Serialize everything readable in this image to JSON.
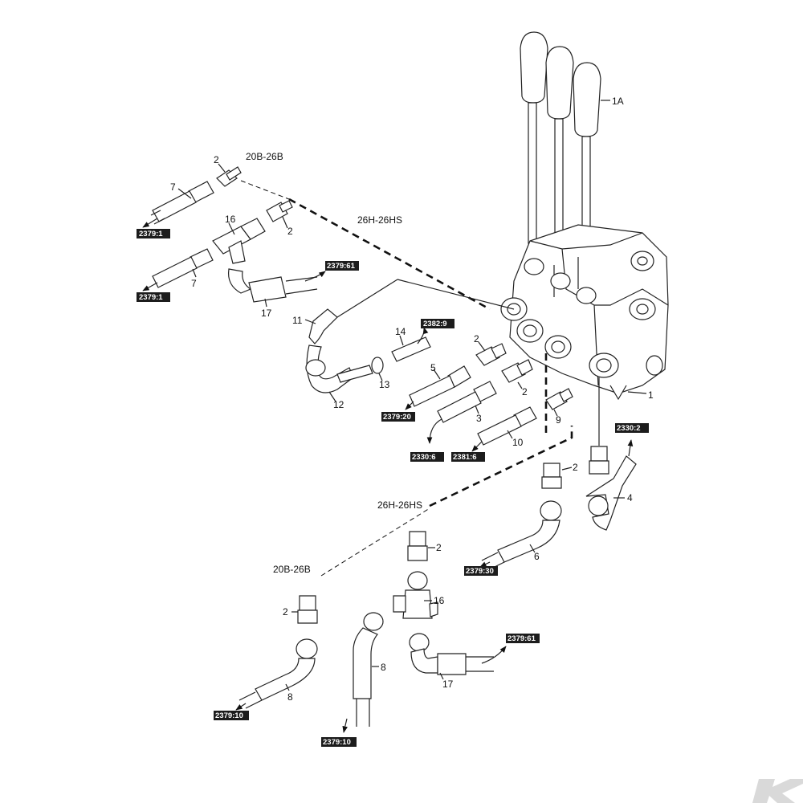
{
  "variants": {
    "heavy": "26H-26HS",
    "light": "20B-26B"
  },
  "part_labels": {
    "p1": "1",
    "p1a": "1A",
    "p2": "2",
    "p3": "3",
    "p4": "4",
    "p5": "5",
    "p6": "6",
    "p7": "7",
    "p8": "8",
    "p9": "9",
    "p10": "10",
    "p11": "11",
    "p12": "12",
    "p13": "13",
    "p14": "14",
    "p16": "16",
    "p17": "17"
  },
  "refs": {
    "r2379_1": "2379:1",
    "r2379_61": "2379:61",
    "r2382_9": "2382:9",
    "r2379_20": "2379:20",
    "r2330_6": "2330:6",
    "r2381_6": "2381:6",
    "r2330_2": "2330:2",
    "r2379_30": "2379:30",
    "r2379_10": "2379:10"
  },
  "colors": {
    "ink": "#222222",
    "ref_badge": "#1c1c1c",
    "logo": "#d9d9d9"
  },
  "icons": {
    "logo": "k-brand-logo"
  }
}
